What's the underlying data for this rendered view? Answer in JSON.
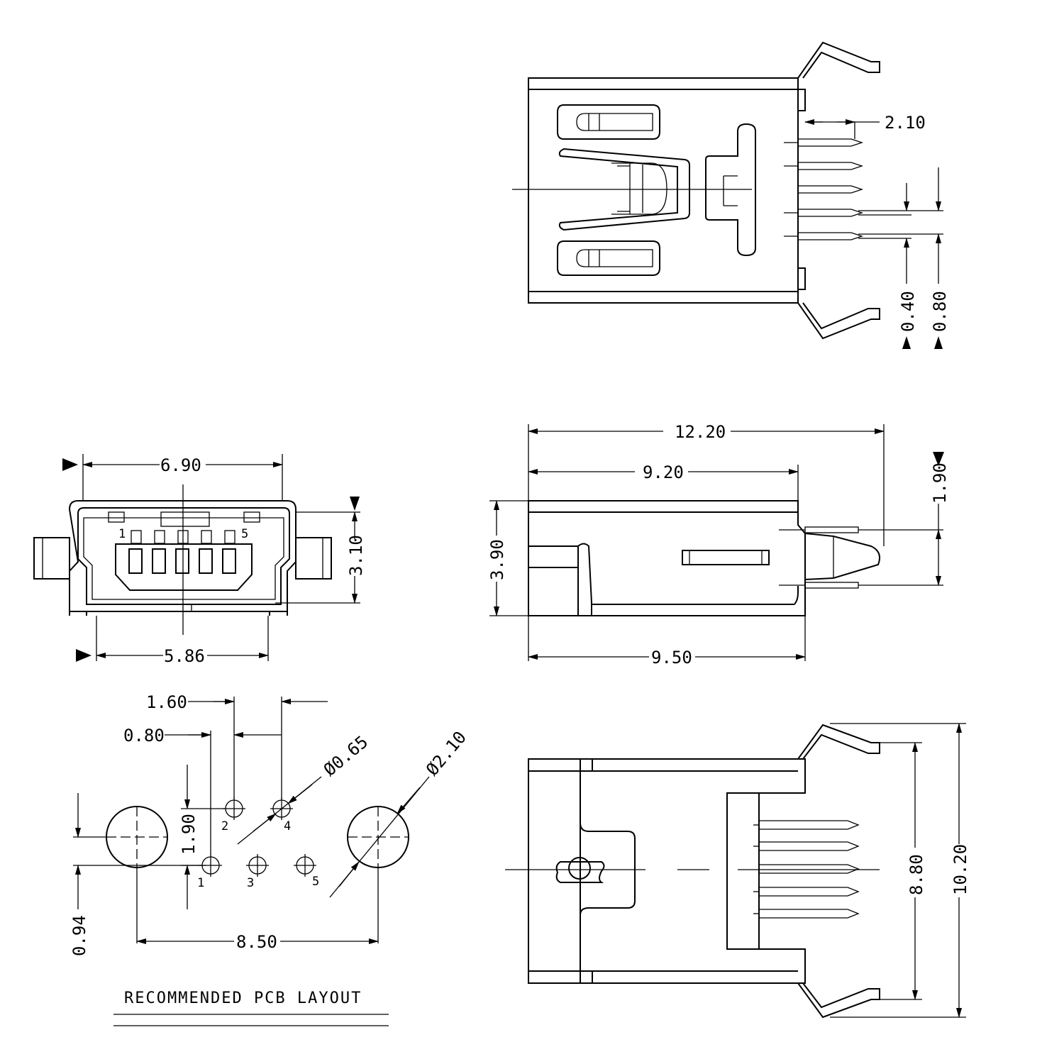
{
  "top_view": {
    "dim_pin_length": "2.10",
    "dim_pin_width": "0.40",
    "dim_pin_pitch": "0.80"
  },
  "front_view": {
    "dim_overall_width": "6.90",
    "dim_inner_width": "5.86",
    "dim_height": "3.10",
    "pin_labels": [
      "1",
      "5"
    ]
  },
  "side_view": {
    "dim_total_length": "12.20",
    "dim_body_length": "9.20",
    "dim_shell_length": "9.50",
    "dim_height": "3.90",
    "dim_lead_offset": "1.90"
  },
  "bottom_view": {
    "dim_lead_span": "8.80",
    "dim_overall_width": "10.20"
  },
  "pcb_layout": {
    "title": "RECOMMENDED PCB LAYOUT",
    "dim_pitch_a": "1.60",
    "dim_pitch_b": "0.80",
    "dim_small_hole": "Ø0.65",
    "dim_large_hole": "Ø2.10",
    "dim_row_spacing": "1.90",
    "dim_offset": "0.94",
    "dim_hole_span": "8.50",
    "pin_labels": [
      "1",
      "2",
      "3",
      "4",
      "5"
    ]
  }
}
